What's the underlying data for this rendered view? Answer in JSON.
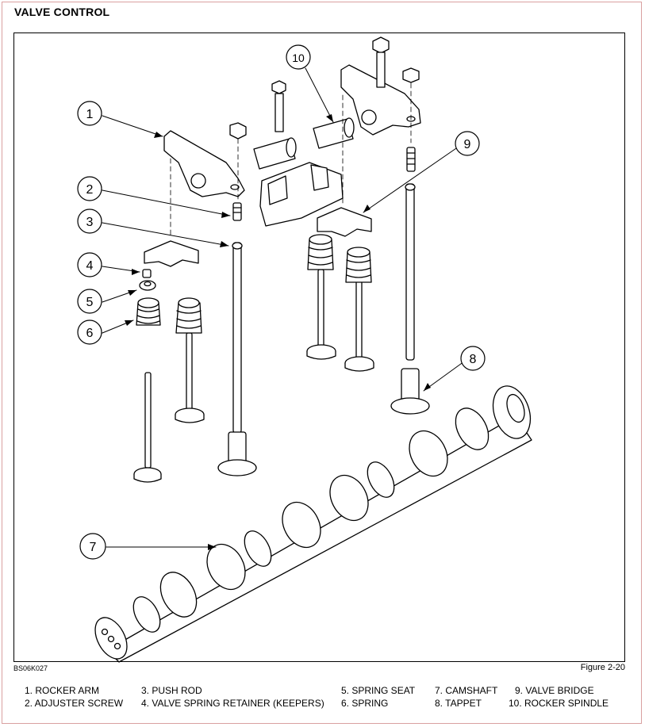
{
  "title": "VALVE CONTROL",
  "image_code": "BS06K027",
  "figure_label": "Figure 2-20",
  "callouts": [
    "1",
    "2",
    "3",
    "4",
    "5",
    "6",
    "7",
    "8",
    "9",
    "10"
  ],
  "legend": [
    "1.  ROCKER ARM",
    "2.  ADJUSTER SCREW",
    "3.  PUSH ROD",
    "4.  VALVE SPRING RETAINER (KEEPERS)",
    "5.  SPRING SEAT",
    "6.  SPRING",
    "7.  CAMSHAFT",
    "8.  TAPPET",
    "9.  VALVE BRIDGE",
    "10.  ROCKER SPINDLE"
  ]
}
